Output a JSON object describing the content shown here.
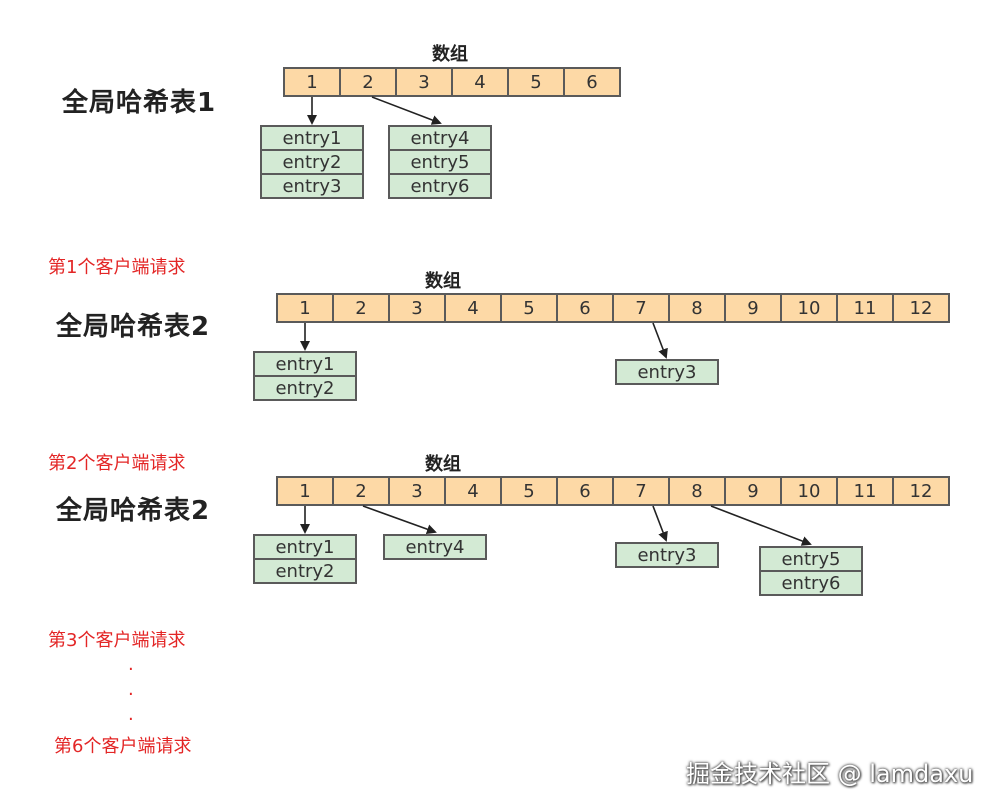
{
  "diagrams": [
    {
      "title": "全局哈希表1",
      "array_label": "数组",
      "cells": [
        "1",
        "2",
        "3",
        "4",
        "5",
        "6"
      ],
      "buckets": [
        {
          "from": 0,
          "entries": [
            "entry1",
            "entry2",
            "entry3"
          ]
        },
        {
          "from": 1,
          "entries": [
            "entry4",
            "entry5",
            "entry6"
          ]
        }
      ]
    },
    {
      "request_label": "第1个客户端请求",
      "title": "全局哈希表2",
      "array_label": "数组",
      "cells": [
        "1",
        "2",
        "3",
        "4",
        "5",
        "6",
        "7",
        "8",
        "9",
        "10",
        "11",
        "12"
      ],
      "buckets": [
        {
          "from": 0,
          "entries": [
            "entry1",
            "entry2"
          ]
        },
        {
          "from": 6,
          "entries": [
            "entry3"
          ]
        }
      ]
    },
    {
      "request_label": "第2个客户端请求",
      "title": "全局哈希表2",
      "array_label": "数组",
      "cells": [
        "1",
        "2",
        "3",
        "4",
        "5",
        "6",
        "7",
        "8",
        "9",
        "10",
        "11",
        "12"
      ],
      "buckets": [
        {
          "from": 0,
          "entries": [
            "entry1",
            "entry2"
          ]
        },
        {
          "from": 1,
          "entries": [
            "entry4"
          ]
        },
        {
          "from": 6,
          "entries": [
            "entry3"
          ]
        },
        {
          "from": 7,
          "entries": [
            "entry5",
            "entry6"
          ]
        }
      ]
    }
  ],
  "footer": {
    "request_3": "第3个客户端请求",
    "ellipsis": [
      ".",
      ".",
      "."
    ],
    "request_6": "第6个客户端请求"
  },
  "watermark": "掘金技术社区 @ lamdaxu",
  "colors": {
    "array_cell": "#fdd9a6",
    "entry_cell": "#d3ead4",
    "border": "#5a5a5a",
    "request_text": "#e32626"
  }
}
